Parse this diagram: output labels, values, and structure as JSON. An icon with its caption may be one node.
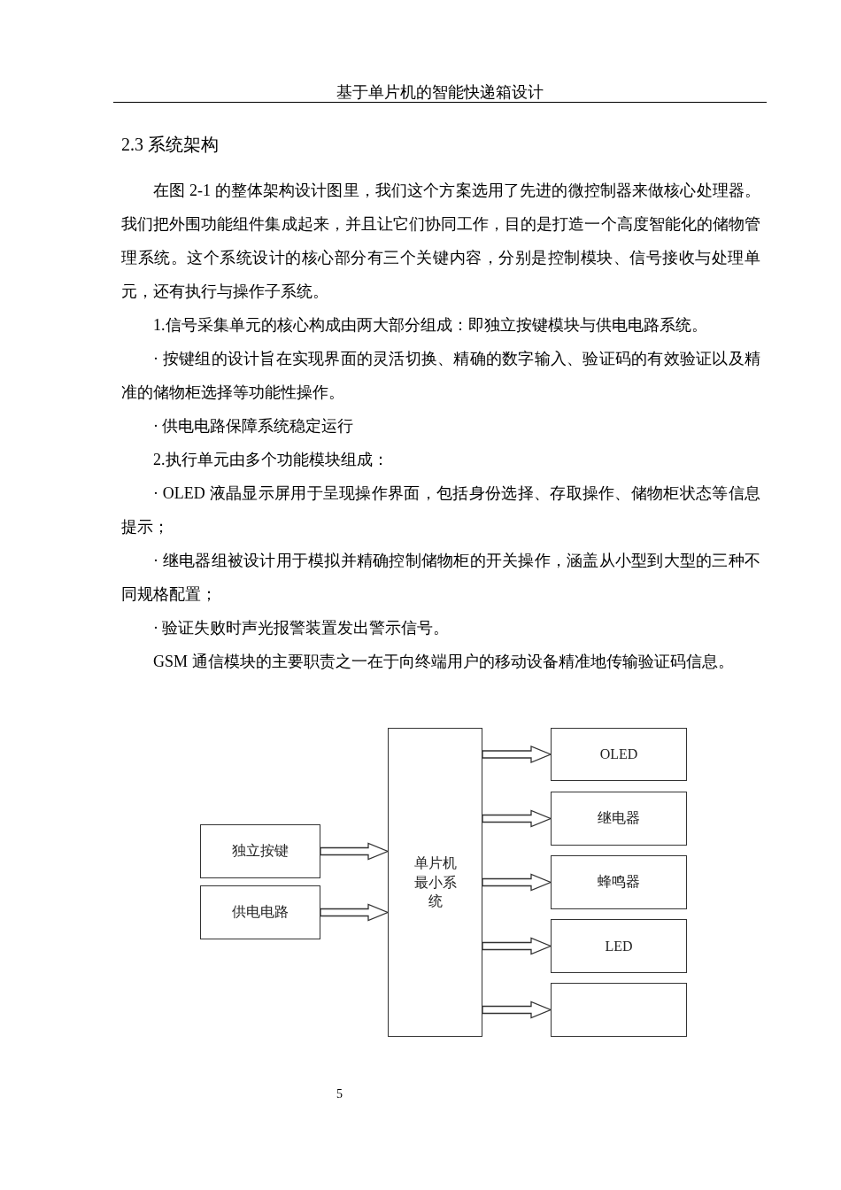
{
  "diagram": {
    "title": "基于单片机的智能快递箱设计",
    "nodes": [
      {
        "text": [
          "独立按键"
        ]
      },
      {
        "text": [
          "供电电路"
        ]
      },
      {
        "text": [
          "单片机最小系统"
        ]
      },
      {
        "text": [
          "OLED"
        ]
      },
      {
        "text": [
          "继电器"
        ]
      },
      {
        "text": [
          "蜂鸣器"
        ]
      },
      {
        "text": [
          "LED"
        ]
      },
      {
        "text": [],
        "shape": "box"
      }
    ],
    "edges": [
      {
        "from": 0,
        "to": 2,
        "arrow": "to"
      },
      {
        "from": 1,
        "to": 2,
        "arrow": "to"
      },
      {
        "from": 2,
        "to": 3,
        "arrow": "to"
      },
      {
        "from": 2,
        "to": 4,
        "arrow": "to"
      },
      {
        "from": 2,
        "to": 5,
        "arrow": "to"
      },
      {
        "from": 2,
        "to": 6,
        "arrow": "to"
      },
      {
        "from": 2,
        "to": 7,
        "arrow": "to"
      }
    ],
    "labels": [
      "2.3 系统架构",
      "在图 2-1 的整体架构设计图里，我们这个方案选用了先进的微控制器来做核心处理器。我们把外围功能组件集成起来，并且让它们协同工作，目的是打造一个高度智能化的储物管理系统。这个系统设计的核心部分有三个关键内容，分别是控制模块、信号接收与处理单元，还有执行与操作子系统。",
      "1.信号采集单元的核心构成由两大部分组成：即独立按键模块与供电电路系统。",
      "· 按键组的设计旨在实现界面的灵活切换、精确的数字输入、验证码的有效验证以及精准的储物柜选择等功能性操作。",
      "· 供电电路保障系统稳定运行",
      "2.执行单元由多个功能模块组成：",
      "· OLED 液晶显示屏用于呈现操作界面，包括身份选择、存取操作、储物柜状态等信息提示；",
      "· 继电器组被设计用于模拟并精确控制储物柜的开关操作，涵盖从小型到大型的三种不同规格配置；",
      "· 验证失败时声光报警装置发出警示信号。",
      "GSM 通信模块的主要职责之一在于向终端用户的移动设备精准地传输验证码信息。",
      "5"
    ]
  }
}
